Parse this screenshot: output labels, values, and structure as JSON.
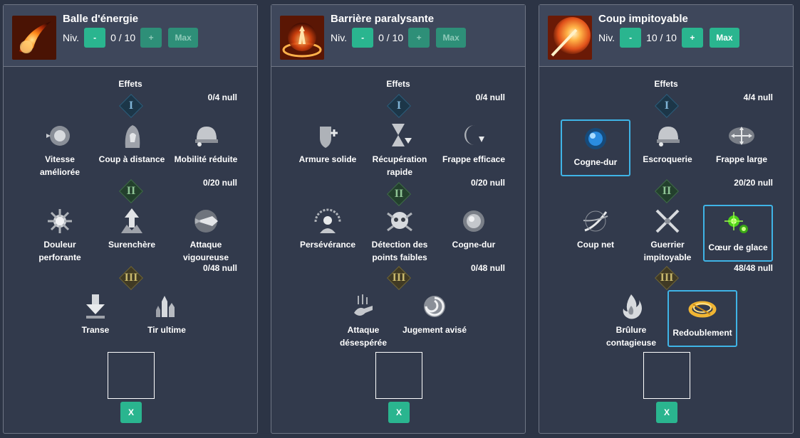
{
  "colors": {
    "accent": "#2ab58f",
    "selection": "#3fb4e6",
    "panel": "#323a4c",
    "header": "#3e475b"
  },
  "panels": [
    {
      "name": "Balle d'énergie",
      "niv": "Niv.",
      "level": "0 / 10",
      "minus": "-",
      "plus": "+",
      "max": "Max",
      "effects": "Effets",
      "tiers": [
        {
          "numeral": "I",
          "count": "0/4 null",
          "options": [
            {
              "label": "Vitesse améliorée",
              "icon": "speed-orb-icon",
              "selected": false
            },
            {
              "label": "Coup à distance",
              "icon": "hooded-figure-icon",
              "selected": false
            },
            {
              "label": "Mobilité réduite",
              "icon": "helmet-icon",
              "selected": false
            }
          ]
        },
        {
          "numeral": "II",
          "count": "0/20 null",
          "options": [
            {
              "label": "Douleur perforante",
              "icon": "spiked-ball-icon",
              "selected": false
            },
            {
              "label": "Surenchère",
              "icon": "arrow-up-burst-icon",
              "selected": false
            },
            {
              "label": "Attaque vigoureuse",
              "icon": "missile-icon",
              "selected": false
            }
          ]
        },
        {
          "numeral": "III",
          "count": "0/48 null",
          "options": [
            {
              "label": "Transe",
              "icon": "arrow-down-icon",
              "selected": false
            },
            {
              "label": "Tir ultime",
              "icon": "rockets-icon",
              "selected": false
            }
          ]
        }
      ],
      "x": "X"
    },
    {
      "name": "Barrière paralysante",
      "niv": "Niv.",
      "level": "0 / 10",
      "minus": "-",
      "plus": "+",
      "max": "Max",
      "effects": "Effets",
      "tiers": [
        {
          "numeral": "I",
          "count": "0/4 null",
          "options": [
            {
              "label": "Armure solide",
              "icon": "shield-plus-icon",
              "selected": false
            },
            {
              "label": "Récupération rapide",
              "icon": "hourglass-icon",
              "selected": false
            },
            {
              "label": "Frappe efficace",
              "icon": "crescent-down-icon",
              "selected": false
            }
          ]
        },
        {
          "numeral": "II",
          "count": "0/20 null",
          "options": [
            {
              "label": "Persévérance",
              "icon": "person-aura-icon",
              "selected": false
            },
            {
              "label": "Détection des points faibles",
              "icon": "skull-icon",
              "selected": false
            },
            {
              "label": "Cogne-dur",
              "icon": "orb-icon",
              "selected": false
            }
          ]
        },
        {
          "numeral": "III",
          "count": "0/48 null",
          "options": [
            {
              "label": "Attaque désespérée",
              "icon": "hand-icon",
              "selected": false
            },
            {
              "label": "Jugement avisé",
              "icon": "swirl-icon",
              "selected": false
            }
          ]
        }
      ],
      "x": "X"
    },
    {
      "name": "Coup impitoyable",
      "niv": "Niv.",
      "level": "10 / 10",
      "minus": "-",
      "plus": "+",
      "max": "Max",
      "effects": "Effets",
      "tiers": [
        {
          "numeral": "I",
          "count": "4/4 null",
          "options": [
            {
              "label": "Cogne-dur",
              "icon": "blue-orb-icon",
              "selected": true
            },
            {
              "label": "Escroquerie",
              "icon": "helmet-icon",
              "selected": false
            },
            {
              "label": "Frappe large",
              "icon": "compass-icon",
              "selected": false
            }
          ]
        },
        {
          "numeral": "II",
          "count": "20/20 null",
          "options": [
            {
              "label": "Coup net",
              "icon": "slash-icon",
              "selected": false
            },
            {
              "label": "Guerrier impitoyable",
              "icon": "crossed-swords-icon",
              "selected": false
            },
            {
              "label": "Cœur de glace",
              "icon": "green-sparks-icon",
              "selected": true
            }
          ]
        },
        {
          "numeral": "III",
          "count": "48/48 null",
          "options": [
            {
              "label": "Brûlure contagieuse",
              "icon": "flame-icon",
              "selected": false
            },
            {
              "label": "Redoublement",
              "icon": "gold-ring-icon",
              "selected": true
            }
          ]
        }
      ],
      "x": "X"
    }
  ]
}
